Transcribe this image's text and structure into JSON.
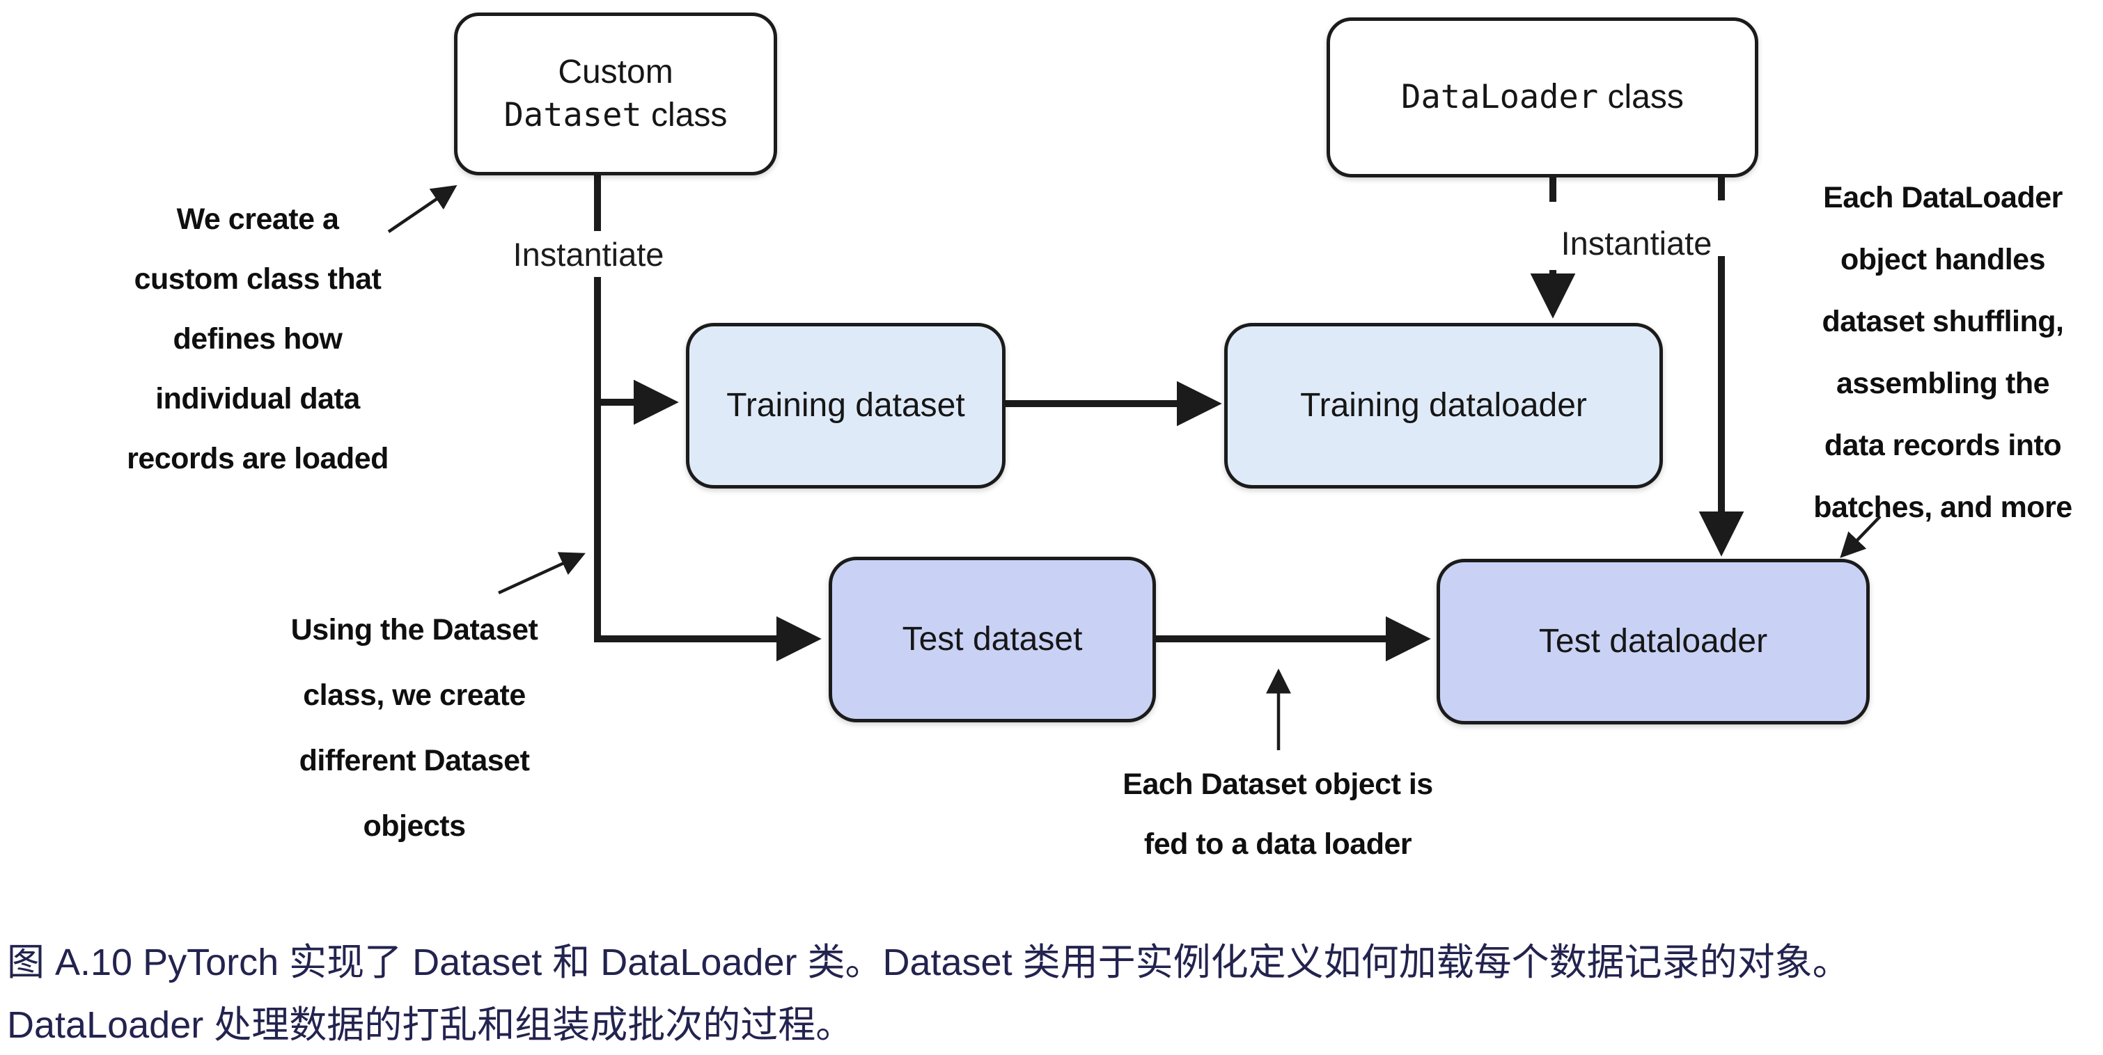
{
  "figure": {
    "type": "flowchart",
    "colors": {
      "class_box_fill": "#ffffff",
      "training_box_fill": "#dfeaf8",
      "test_box_fill": "#c9d2f5",
      "line_color": "#1b1b1b",
      "caption_color": "#23234f"
    }
  },
  "diagram": {
    "nodes": {
      "custom_dataset_class": {
        "line1": "Custom",
        "code": "Dataset",
        "suffix": " class"
      },
      "dataloader_class": {
        "code": "DataLoader",
        "suffix": " class"
      },
      "training_dataset": {
        "label": "Training dataset"
      },
      "training_dataloader": {
        "label": "Training dataloader"
      },
      "test_dataset": {
        "label": "Test dataset"
      },
      "test_dataloader": {
        "label": "Test dataloader"
      }
    },
    "edge_labels": {
      "instantiate_left": "Instantiate",
      "instantiate_right": "Instantiate"
    },
    "annotations": {
      "custom_class": {
        "lines": [
          "We create a",
          "custom class that",
          "defines how",
          "individual data",
          "records are loaded"
        ]
      },
      "dataset_objects": {
        "lines": [
          "Using the Dataset",
          "class, we create",
          "different Dataset",
          "objects"
        ]
      },
      "fed_to_loader": {
        "lines": [
          "Each Dataset object is",
          "fed to a data loader"
        ]
      },
      "dataloader_handles": {
        "lines": [
          "Each DataLoader",
          "object handles",
          "dataset shuffling,",
          "assembling the",
          "data records into",
          "batches, and more"
        ]
      }
    }
  },
  "caption": {
    "line1": "图 A.10 PyTorch 实现了 Dataset 和 DataLoader 类。Dataset 类用于实例化定义如何加载每个数据记录的对象。",
    "line2": "DataLoader 处理数据的打乱和组装成批次的过程。"
  }
}
